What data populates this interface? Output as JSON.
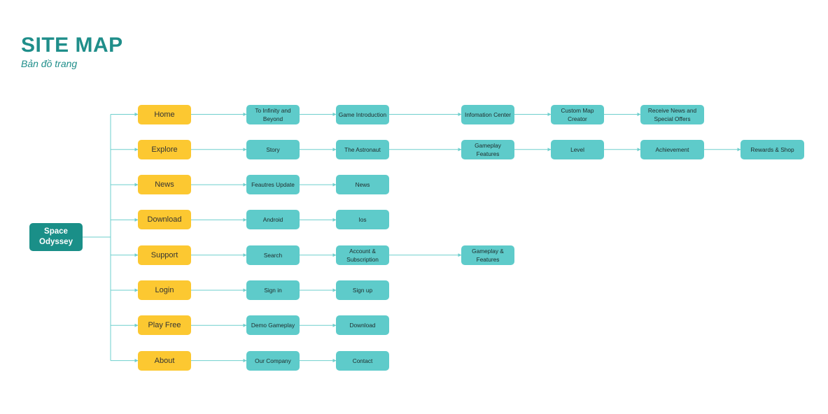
{
  "page": {
    "title": "SITE MAP",
    "subtitle": "Bản đồ trang"
  },
  "sitemap": {
    "root": "Space Odyssey",
    "branches": [
      {
        "label": "Home",
        "children": [
          "To Infinity and Beyond",
          "Game Introduction",
          "Infomation Center",
          "Custom Map Creator",
          "Receive News and Special Offers"
        ]
      },
      {
        "label": "Explore",
        "children": [
          "Story",
          "The Astronaut",
          "Gameplay Features",
          "Level",
          "Achievement",
          "Rewards & Shop"
        ]
      },
      {
        "label": "News",
        "children": [
          "Feautres Update",
          "News"
        ]
      },
      {
        "label": "Download",
        "children": [
          "Android",
          "Ios"
        ]
      },
      {
        "label": "Support",
        "children": [
          "Search",
          "Account & Subscription",
          "Gameplay & Features"
        ]
      },
      {
        "label": "Login",
        "children": [
          "Sign in",
          "Sign up"
        ]
      },
      {
        "label": "Play Free",
        "children": [
          "Demo Gameplay",
          "Download"
        ]
      },
      {
        "label": "About",
        "children": [
          "Our Company",
          "Contact"
        ]
      }
    ]
  },
  "colors": {
    "title": "#1f8e8a",
    "root": "#1a8f88",
    "category": "#fcc831",
    "page_node": "#5ecbca",
    "connector": "#6ecfcd"
  }
}
